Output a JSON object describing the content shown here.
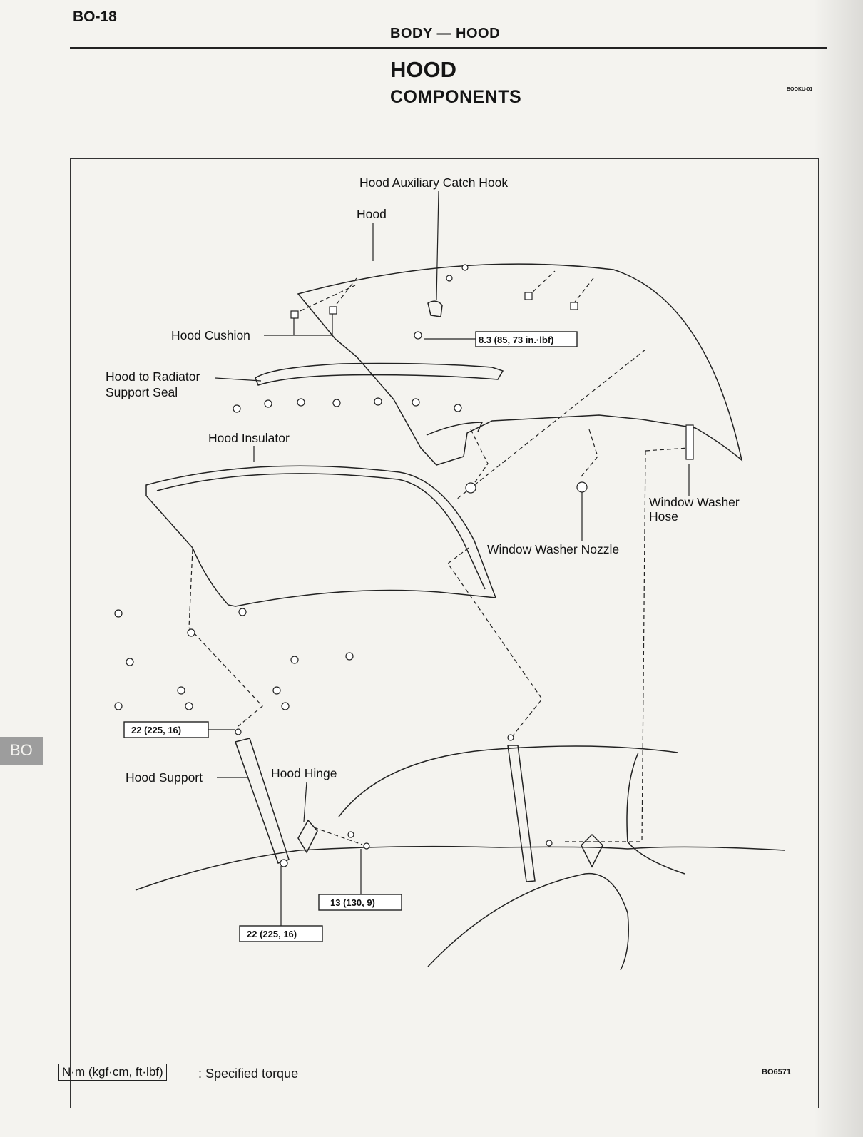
{
  "header": {
    "page_number": "BO-18",
    "running_title": "BODY — HOOD",
    "section_title": "HOOD",
    "subsection_title": "COMPONENTS",
    "ref_code": "BOOKU-01"
  },
  "side_tab": "BO",
  "labels": {
    "auxiliary_catch_hook": "Hood Auxiliary Catch Hook",
    "hood": "Hood",
    "hood_cushion": "Hood Cushion",
    "seal_line1": "Hood to Radiator",
    "seal_line2": "Support Seal",
    "insulator": "Hood Insulator",
    "washer_hose_line1": "Window Washer",
    "washer_hose_line2": "Hose",
    "washer_nozzle": "Window Washer Nozzle",
    "hood_support": "Hood Support",
    "hood_hinge": "Hood Hinge"
  },
  "torques": {
    "catch_hook": "8.3 (85, 73 in.·lbf)",
    "support_upper": "22 (225, 16)",
    "hinge": "13 (130, 9)",
    "support_lower": "22 (225, 16)"
  },
  "legend": {
    "unit_box": "N·m (kgf·cm, ft·lbf)",
    "description": ": Specified torque"
  },
  "figure_code": "BO6571"
}
